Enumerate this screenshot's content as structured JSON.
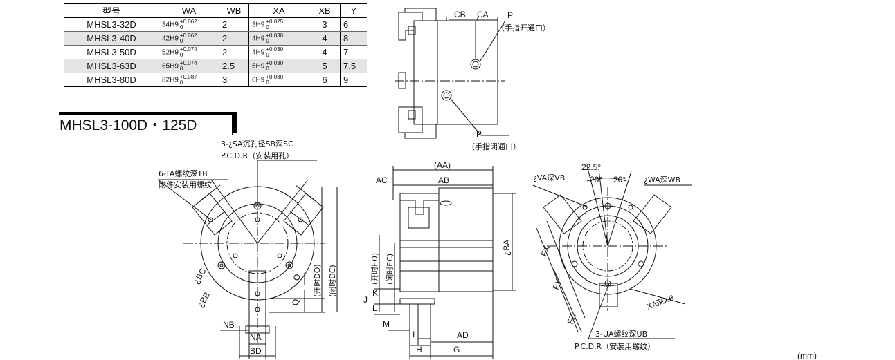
{
  "table": {
    "headers": [
      "型号",
      "WA",
      "WB",
      "XA",
      "XB",
      "Y"
    ],
    "rows": [
      {
        "model": "MHSL3-32D",
        "wa": "34H9",
        "wa_up": "+0.062",
        "wa_lo": "0",
        "wb": "2",
        "xa": "3H9",
        "xa_up": "+0.025",
        "xa_lo": "0",
        "xb": "3",
        "y": "6"
      },
      {
        "model": "MHSL3-40D",
        "wa": "42H9",
        "wa_up": "+0.062",
        "wa_lo": "0",
        "wb": "2",
        "xa": "4H9",
        "xa_up": "+0.030",
        "xa_lo": "0",
        "xb": "4",
        "y": "8"
      },
      {
        "model": "MHSL3-50D",
        "wa": "52H9",
        "wa_up": "+0.074",
        "wa_lo": "0",
        "wb": "2",
        "xa": "4H9",
        "xa_up": "+0.030",
        "xa_lo": "0",
        "xb": "4",
        "y": "7"
      },
      {
        "model": "MHSL3-63D",
        "wa": "65H9",
        "wa_up": "+0.074",
        "wa_lo": "0",
        "wb": "2.5",
        "xa": "5H9",
        "xa_up": "+0.030",
        "xa_lo": "0",
        "xb": "5",
        "y": "7.5"
      },
      {
        "model": "MHSL3-80D",
        "wa": "82H9",
        "wa_up": "+0.087",
        "wa_lo": "0",
        "wb": "3",
        "xa": "6H9",
        "xa_up": "+0.030",
        "xa_lo": "0",
        "xb": "6",
        "y": "9"
      }
    ]
  },
  "section_title": "MHSL3-100D・125D",
  "labels": {
    "cb": "CB",
    "ca": "CA",
    "p_top": "P",
    "p_top_note": "（手指开通口）",
    "p_bot": "P",
    "p_bot_note": "（手指闭通口）",
    "sa_hole": "3-¿SA沉孔径SB深SC",
    "pcdr_mount": "P.C.D.R（安装用孔）",
    "ta_thread": "6-TA螺纹深TB",
    "ta_note": "附件安装用螺纹",
    "bc": "¿BC",
    "bb": "¿BB",
    "o": "O",
    "q": "Q",
    "do": "(开时DO)",
    "dc": "(闭时DC)",
    "nb": "NB",
    "na": "NA",
    "bd": "BD",
    "aa": "(AA)",
    "ac": "AC",
    "ab": "AB",
    "ba": "¿BA",
    "eo": "(开时EO)",
    "ec": "(闭时EC)",
    "j": "J",
    "k": "K",
    "l": "L",
    "m": "M",
    "i": "I",
    "h": "H",
    "g": "G",
    "ad": "AD",
    "va": "¿VA深VB",
    "angle1": "22.5°",
    "angle2": "20°",
    "angle3": "20°",
    "wa_depth": "¿WA深WB",
    "fx": "FX",
    "fy": "FY",
    "fz": "FZ",
    "xa_depth": "XA深XB",
    "ua_thread": "3-UA螺纹深UB",
    "pcdr_thread": "P.C.D.R（安装用螺纹）",
    "unit": "(mm)"
  }
}
